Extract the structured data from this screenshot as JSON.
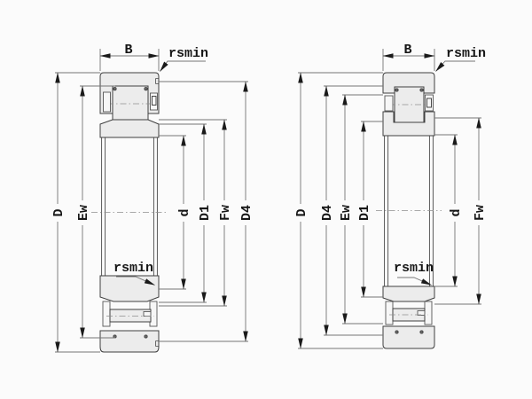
{
  "drawing": {
    "description_colors": {
      "background": "#fbfbfb",
      "part_fill": "#ececec",
      "part_outline": "#3f3f3f",
      "dimension_line": "#757575",
      "arrow": "#1a1a1a",
      "text": "#161616"
    },
    "left_view": {
      "b_label": "B",
      "rsmin_top": "rsmin",
      "rsmin_bottom": "rsmin",
      "dims_left": [
        "D",
        "Ew"
      ],
      "dims_right": [
        "d",
        "D1",
        "Fw",
        "D4"
      ]
    },
    "right_view": {
      "b_label": "B",
      "rsmin_top": "rsmin",
      "rsmin_bottom": "rsmin",
      "dims_left": [
        "D",
        "D4",
        "Ew",
        "D1"
      ],
      "dims_right": [
        "d",
        "Fw"
      ]
    }
  }
}
